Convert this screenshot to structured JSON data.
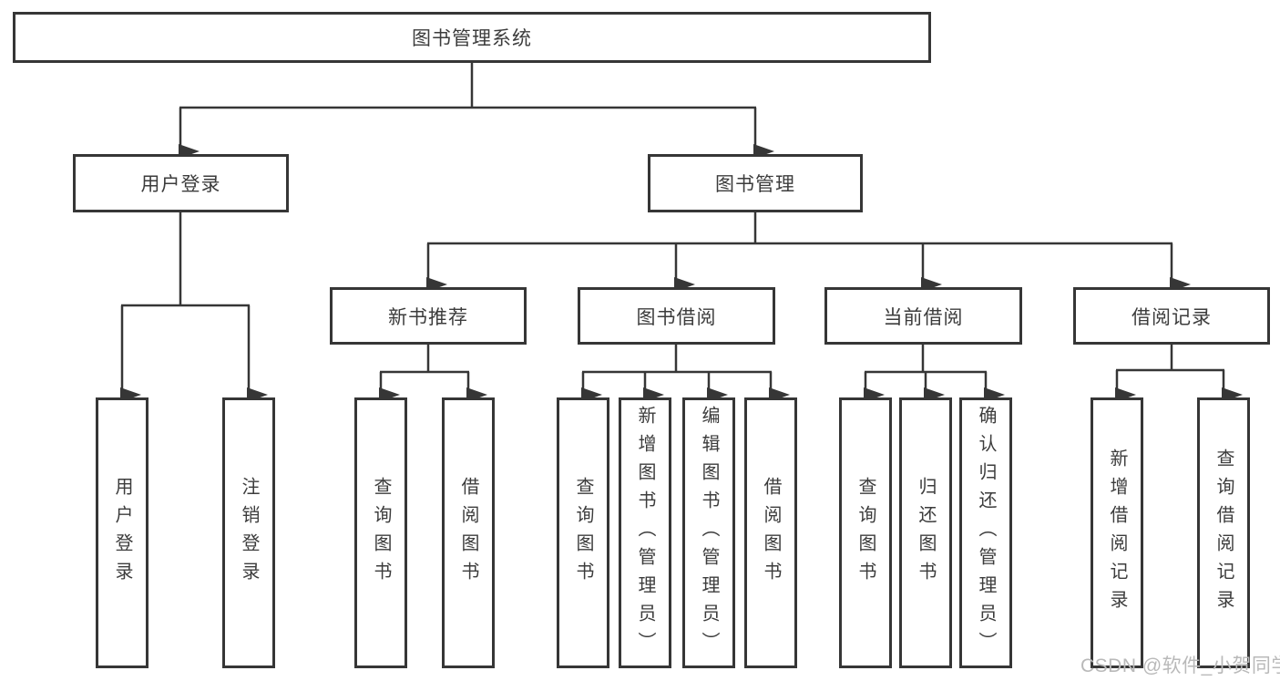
{
  "diagram": {
    "title": "图书管理系统",
    "tree": {
      "root": {
        "label": "图书管理系统"
      },
      "children": [
        {
          "label": "用户登录",
          "children": [
            {
              "label": "用户登录"
            },
            {
              "label": "注销登录"
            }
          ]
        },
        {
          "label": "图书管理",
          "children": [
            {
              "label": "新书推荐",
              "children": [
                {
                  "label": "查询图书"
                },
                {
                  "label": "借阅图书"
                }
              ]
            },
            {
              "label": "图书借阅",
              "children": [
                {
                  "label": "查询图书"
                },
                {
                  "label": "新增图书（管理员）"
                },
                {
                  "label": "编辑图书（管理员）"
                },
                {
                  "label": "借阅图书"
                }
              ]
            },
            {
              "label": "当前借阅",
              "children": [
                {
                  "label": "查询图书"
                },
                {
                  "label": "归还图书"
                },
                {
                  "label": "确认归还（管理员）"
                }
              ]
            },
            {
              "label": "借阅记录",
              "children": [
                {
                  "label": "新增借阅记录"
                },
                {
                  "label": "查询借阅记录"
                }
              ]
            }
          ]
        }
      ]
    },
    "colors": {
      "line": "#363636",
      "box_border": "#363636",
      "text": "#3c3c3c",
      "background": "#ffffff",
      "watermark": "#b9b9b9"
    }
  },
  "watermark": {
    "text": "CSDN @软件_小贺同学"
  }
}
